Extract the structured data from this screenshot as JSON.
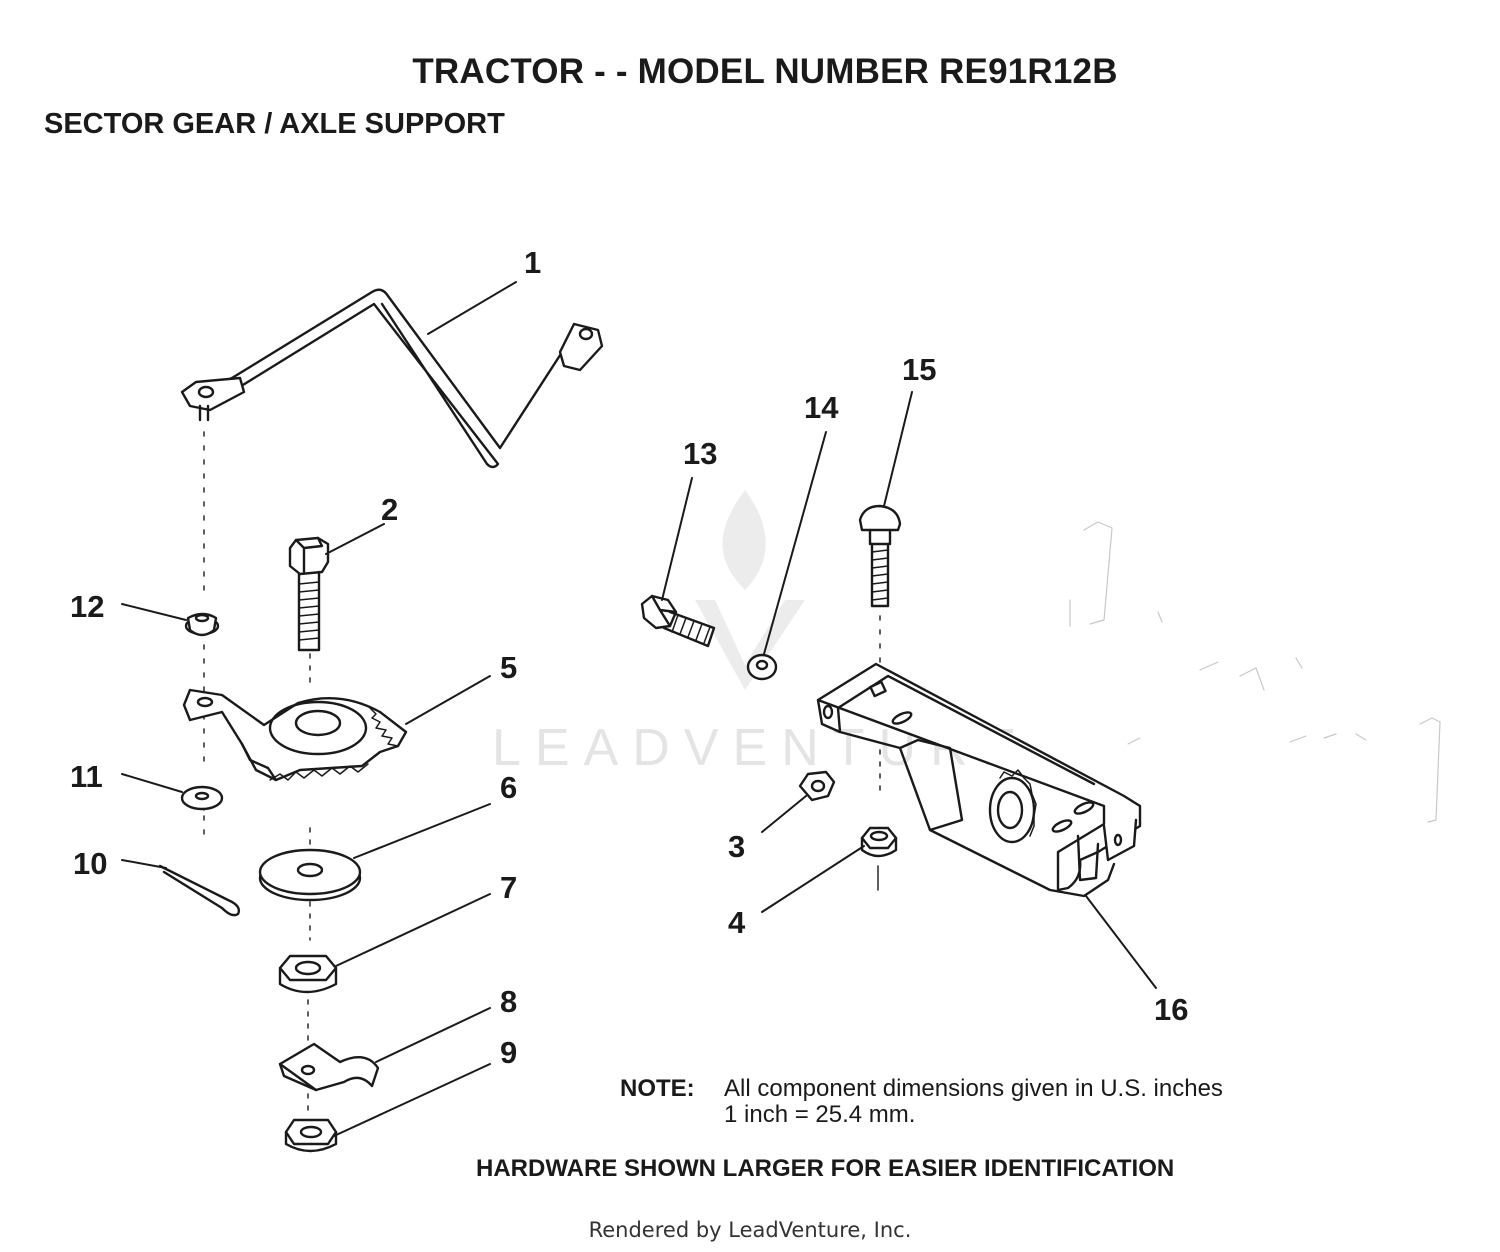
{
  "header": {
    "title": "TRACTOR - - MODEL NUMBER RE91R12B",
    "subtitle": "SECTOR GEAR / AXLE SUPPORT"
  },
  "callouts": [
    "1",
    "2",
    "3",
    "4",
    "5",
    "6",
    "7",
    "8",
    "9",
    "10",
    "11",
    "12",
    "13",
    "14",
    "15",
    "16"
  ],
  "note": {
    "label": "NOTE:",
    "line1": "All component dimensions given in U.S. inches",
    "line2": "1 inch = 25.4 mm."
  },
  "hardware_notice": "HARDWARE SHOWN LARGER FOR EASIER IDENTIFICATION",
  "watermark": "LEADVENTURE",
  "footer": "Rendered by LeadVenture, Inc.",
  "colors": {
    "ink": "#1a1a1a",
    "watermark": "#e4e4e4",
    "background": "#ffffff"
  }
}
